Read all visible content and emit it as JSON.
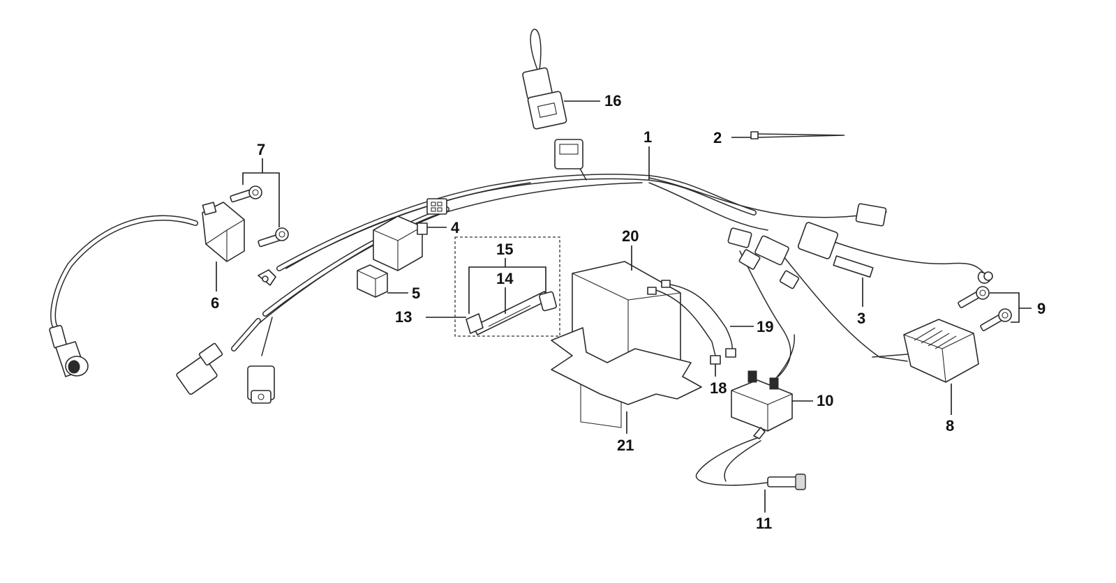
{
  "diagram": {
    "callouts": [
      "1",
      "2",
      "3",
      "4",
      "5",
      "6",
      "7",
      "8",
      "9",
      "10",
      "11",
      "13",
      "14",
      "15",
      "16",
      "18",
      "19",
      "20",
      "21"
    ]
  }
}
